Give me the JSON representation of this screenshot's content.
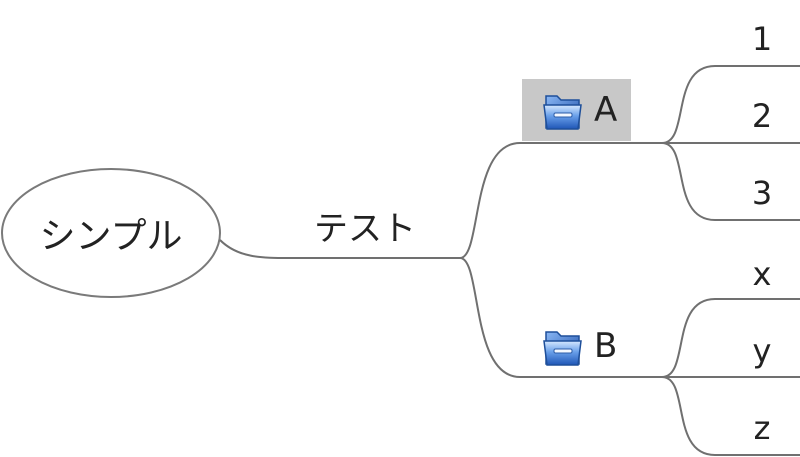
{
  "mindmap": {
    "root": {
      "label": "シンプル"
    },
    "branch": {
      "label": "テスト"
    },
    "topics": [
      {
        "label": "A",
        "icon": "folder-icon",
        "selected": true,
        "leaves": [
          "1",
          "2",
          "3"
        ]
      },
      {
        "label": "B",
        "icon": "folder-icon",
        "selected": false,
        "leaves": [
          "x",
          "y",
          "z"
        ]
      }
    ]
  },
  "colors": {
    "line": "#707070",
    "selection": "#c8c8c8",
    "folder_light": "#a9c8f2",
    "folder_dark": "#2c67c9"
  }
}
